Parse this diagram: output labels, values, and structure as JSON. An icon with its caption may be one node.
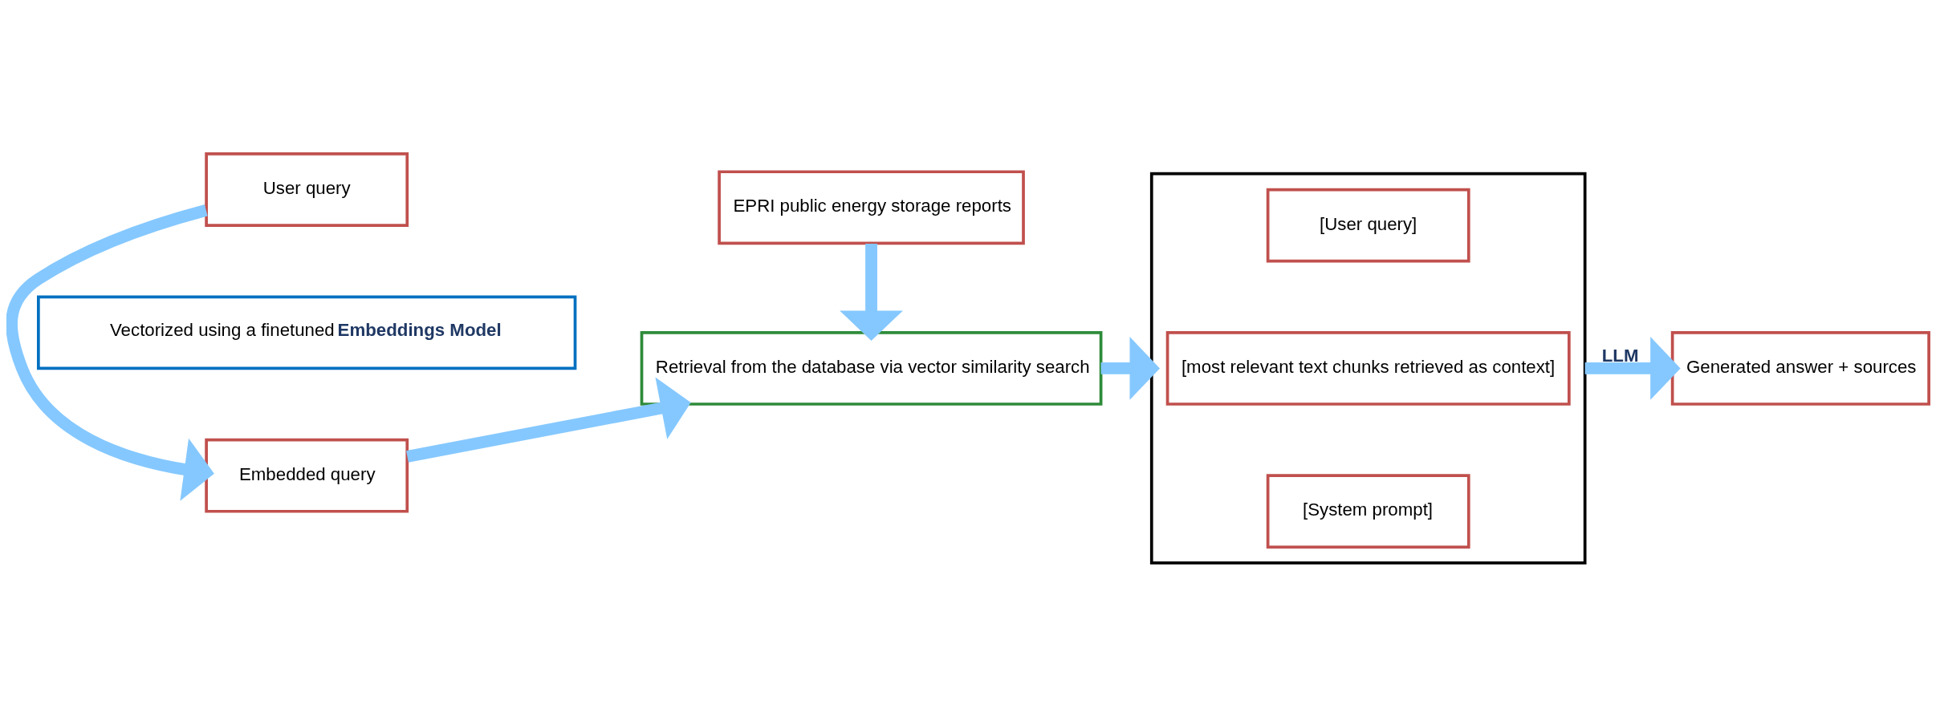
{
  "diagram": {
    "nodes": [
      {
        "text": [
          "User query"
        ]
      },
      {
        "text": [
          "EPRI public energy storage reports"
        ]
      },
      {
        "text": [
          "Vectorized using a finetuned **Embeddings Model**"
        ]
      },
      {
        "text": [
          "Embedded query"
        ]
      },
      {
        "text": [
          "Retrieval from the database via vector similarity search"
        ]
      },
      {
        "text": [],
        "shape": "box"
      },
      {
        "text": [
          "[System prompt]"
        ],
        "in": 5
      },
      {
        "text": [
          "[most relevant text chunks retrieved as context]"
        ],
        "in": 5
      },
      {
        "text": [
          "[User query]"
        ],
        "in": 5
      },
      {
        "text": [
          "Generated answer + sources"
        ]
      }
    ],
    "edges": [
      {
        "from": 0,
        "to": 3,
        "arrow": "to"
      },
      {
        "from": 1,
        "to": 4,
        "arrow": "to"
      },
      {
        "from": 3,
        "to": 4,
        "arrow": "to"
      },
      {
        "from": 4,
        "to": 5,
        "arrow": "to"
      },
      {
        "from": 5,
        "to": 9,
        "arrow": "to",
        "label": "LLM"
      }
    ]
  }
}
